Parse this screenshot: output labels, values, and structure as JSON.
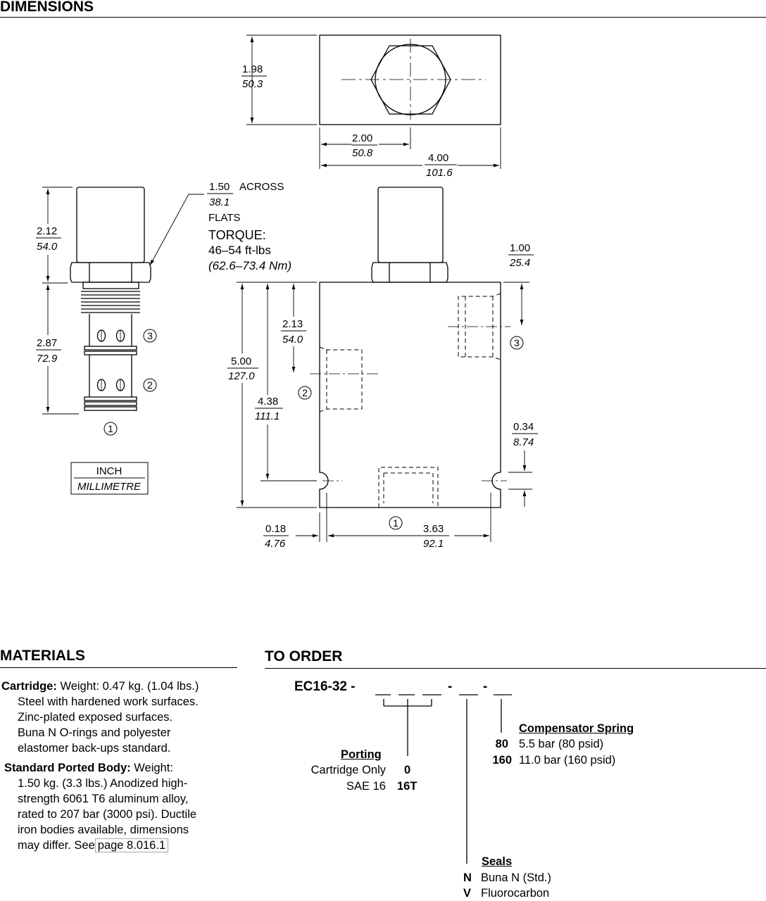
{
  "dimensions": {
    "heading": "DIMENSIONS",
    "top_view": {
      "height_in": "1.98",
      "height_mm": "50.3",
      "half_in": "2.00",
      "half_mm": "50.8",
      "width_in": "4.00",
      "width_mm": "101.6"
    },
    "cartridge": {
      "flats_in": "1.50",
      "flats_across": "ACROSS",
      "flats_mm": "38.1",
      "flats_word": "FLATS",
      "torque_label": "TORQUE:",
      "torque_ftlbs": "46–54 ft-lbs",
      "torque_nm": "(62.6–73.4 Nm)",
      "upper_in": "2.12",
      "upper_mm": "54.0",
      "lower_in": "2.87",
      "lower_mm": "72.9",
      "port1": "1",
      "port2": "2",
      "port3": "3"
    },
    "body_view": {
      "port3_in": "1.00",
      "port3_mm": "25.4",
      "port2_in": "2.13",
      "port2_mm": "54.0",
      "height_in": "5.00",
      "height_mm": "127.0",
      "mount_in": "4.38",
      "mount_mm": "111.1",
      "slot_in": "0.34",
      "slot_mm": "8.74",
      "edge_in": "0.18",
      "edge_mm": "4.76",
      "span_in": "3.63",
      "span_mm": "92.1",
      "port1": "1",
      "port2": "2",
      "port3": "3"
    },
    "units_box": {
      "inch": "INCH",
      "mm": "MILLIMETRE"
    }
  },
  "materials": {
    "heading": "MATERIALS",
    "cartridge_label": "Cartridge:",
    "cartridge_lines": [
      "Weight: 0.47 kg. (1.04 lbs.)",
      "Steel with hardened work surfaces.",
      "Zinc-plated exposed surfaces.",
      "Buna N O-rings and polyester",
      "elastomer back-ups standard."
    ],
    "body_label": "Standard Ported Body:",
    "body_lines": [
      "Weight:",
      "1.50 kg. (3.3 lbs.) Anodized high-",
      "strength 6061 T6 aluminum alloy,",
      "rated to 207 bar (3000 psi). Ductile",
      "iron bodies available, dimensions",
      "may differ. See"
    ],
    "page_link": "page 8.016.1"
  },
  "order": {
    "heading": "TO ORDER",
    "model_code": "EC16-32 -",
    "dash1": "-",
    "dash2": "-",
    "porting": {
      "title": "Porting",
      "options": [
        {
          "label": "Cartridge Only",
          "code": "0"
        },
        {
          "label": "SAE 16",
          "code": "16T"
        }
      ]
    },
    "spring": {
      "title": "Compensator Spring",
      "options": [
        {
          "code": "80",
          "label": "5.5 bar (80 psid)"
        },
        {
          "code": "160",
          "label": "11.0 bar (160 psid)"
        }
      ]
    },
    "seals": {
      "title": "Seals",
      "options": [
        {
          "code": "N",
          "label": "Buna N (Std.)"
        },
        {
          "code": "V",
          "label": "Fluorocarbon"
        }
      ]
    }
  }
}
